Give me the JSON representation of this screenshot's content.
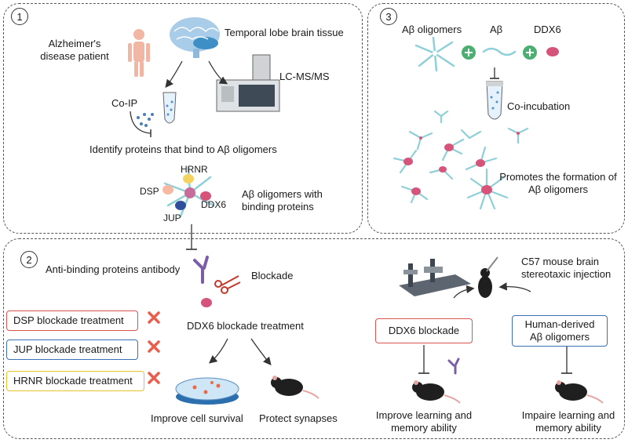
{
  "panels": {
    "p1": {
      "number": "1",
      "patient_label": "Alzheimer's disease patient",
      "tissue_label": "Temporal lobe brain tissue",
      "lcms_label": "LC-MS/MS",
      "coip_label": "Co-IP",
      "identify_label": "Identify proteins that bind to Aβ oligomers",
      "proteins": [
        "HRNR",
        "DSP",
        "DDX6",
        "JUP"
      ],
      "complex_label": "Aβ oligomers with binding proteins"
    },
    "p2": {
      "number": "2",
      "antibody_label": "Anti-binding proteins antibody",
      "blockade_label": "Blockade",
      "ddx6_treatment_label": "DDX6 blockade treatment",
      "treatments": [
        {
          "label": "DSP blockade treatment",
          "border": "#d9534f"
        },
        {
          "label": "JUP blockade treatment",
          "border": "#3b6fb6"
        },
        {
          "label": "HRNR blockade treatment",
          "border": "#e6c229"
        }
      ],
      "cell_survival_label": "Improve cell survival",
      "synapses_label": "Protect synapses",
      "mouse_injection_label": "C57 mouse brain stereotaxic injection",
      "ddx6_blockade_box": "DDX6 blockade",
      "human_abeta_box": "Human-derived Aβ oligomers",
      "improve_label": "Improve learning and memory ability",
      "impair_label": "Impaire learning and memory ability"
    },
    "p3": {
      "number": "3",
      "abeta_oligomers_label": "Aβ oligomers",
      "abeta_label": "Aβ",
      "ddx6_label": "DDX6",
      "coincubation_label": "Co-incubation",
      "promotes_label": "Promotes the formation of Aβ oligomers"
    }
  },
  "colors": {
    "cross": "#e8604c",
    "plus": "#4cae72",
    "oligomer": "#8fd0d8",
    "ddx6": "#d6537a",
    "box_red": "#d9534f",
    "box_blue": "#3b6fb6"
  }
}
